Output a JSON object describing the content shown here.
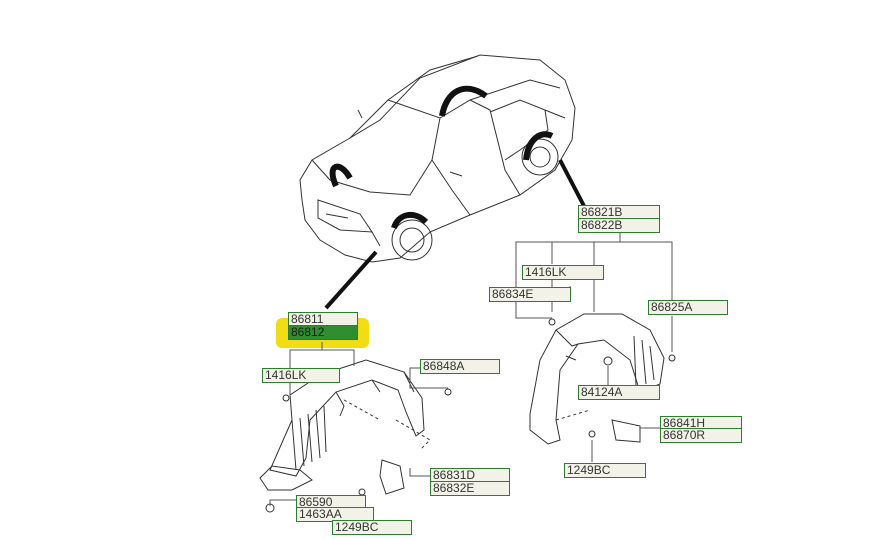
{
  "diagram": {
    "highlight_color": "#f2dc16",
    "label_border_color": "#2e7d2e",
    "label_fill_color": "#f2f2e8",
    "selected_fill_color": "#2f8f2f",
    "front_assembly": {
      "part_numbers": {
        "upper": "86811",
        "lower_selected": "86812"
      },
      "clip": "1416LK",
      "nut": "86848A",
      "mud_guard": {
        "upper": "86831D",
        "lower": "86832E"
      },
      "bottom": {
        "a": "86590",
        "b": "1463AA",
        "c": "1249BC"
      }
    },
    "rear_assembly": {
      "part_numbers": {
        "upper": "86821B",
        "lower": "86822B"
      },
      "clip": "1416LK",
      "retainer": "86834E",
      "nut": "86825A",
      "grommet": "84124A",
      "mud_guard": {
        "upper": "86841H",
        "lower": "86870R"
      },
      "screw": "1249BC"
    }
  }
}
